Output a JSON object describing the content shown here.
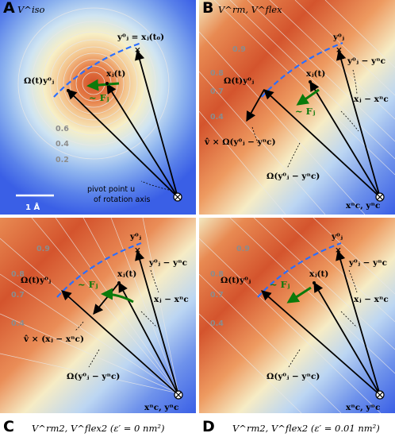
{
  "panels": [
    {
      "id": "A",
      "letter": "A",
      "title": "V^iso",
      "labels": {
        "top": "y⁰ⱼ = xⱼ(t₀)",
        "omega": "Ω(t)y⁰ⱼ",
        "x": "xⱼ(t)",
        "force": "~ Fⱼ",
        "pivot1": "pivot point u",
        "pivot2": "of rotation axis"
      },
      "contours": [
        "0.6",
        "0.4",
        "0.2"
      ],
      "scale_bar": "1 Å"
    },
    {
      "id": "B",
      "letter": "B",
      "title": "V^rm, V^flex",
      "labels": {
        "top": "y⁰ⱼ",
        "omega": "Ω(t)y⁰ⱼ",
        "x": "xⱼ(t)",
        "force": "~ Fⱼ",
        "diff1": "y⁰ⱼ − yⁿc",
        "diff2": "xⱼ − xⁿc",
        "cross": "v̂ × Ω(y⁰ⱼ − yⁿc)",
        "omega_diff": "Ω(y⁰ⱼ − yⁿc)",
        "center": "xⁿc, yⁿc"
      },
      "contours": [
        "0.9",
        "0.8",
        "0.7",
        "0.4"
      ]
    },
    {
      "id": "C",
      "letter": "C",
      "title": "V^rm2, V^flex2 (ε′ = 0 nm²)",
      "labels": {
        "top": "y⁰ⱼ",
        "omega": "Ω(t)y⁰ⱼ",
        "x": "xⱼ(t)",
        "force": "~ Fⱼ",
        "diff1": "y⁰ⱼ − yⁿc",
        "diff2": "xⱼ − xⁿc",
        "cross": "v̂ × (xⱼ − xⁿc)",
        "omega_diff": "Ω(y⁰ⱼ − yⁿc)",
        "center": "xⁿc, yⁿc"
      },
      "contours": [
        "0.9",
        "0.8",
        "0.7",
        "0.4"
      ]
    },
    {
      "id": "D",
      "letter": "D",
      "title": "V^rm2, V^flex2 (ε′ = 0.01 nm²)",
      "labels": {
        "top": "y⁰ⱼ",
        "omega": "Ω(t)y⁰ⱼ",
        "x": "xⱼ(t)",
        "force": "~ Fⱼ",
        "diff1": "y⁰ⱼ − yⁿc",
        "diff2": "xⱼ − xⁿc",
        "omega_diff": "Ω(y⁰ⱼ − yⁿc)",
        "center": "xⁿc, yⁿc"
      },
      "contours": [
        "0.9",
        "0.8",
        "0.7",
        "0.4"
      ]
    }
  ],
  "colors": {
    "background_blue": "#3a63e8",
    "potential_red": "#d9542b",
    "potential_yellow": "#f6efc4",
    "vector_black": "#000000",
    "arc_blue": "#2b6fff",
    "force_green": "#0b7a0b",
    "contour_gray": "#d8d8d8"
  },
  "icons": [
    "pivot-circle-x-icon"
  ]
}
